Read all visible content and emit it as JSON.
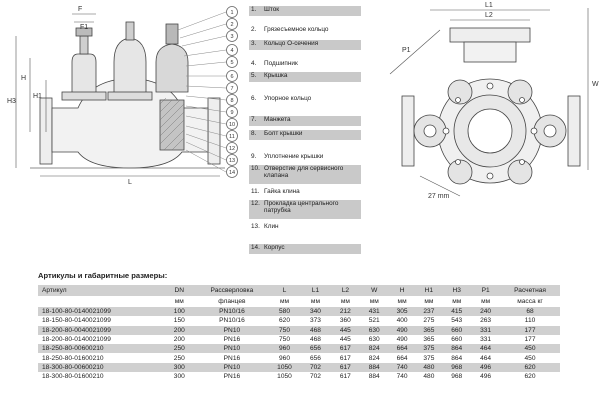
{
  "dims": {
    "F": "F",
    "F1": "F1",
    "H": "H",
    "H1": "H1",
    "H3": "H3",
    "L": "L",
    "L1": "L1",
    "L2": "L2",
    "P1": "P1",
    "W": "W",
    "angle": "27 mm"
  },
  "legend": [
    {
      "num": "1.",
      "text": "Шток",
      "shaded": true
    },
    {
      "num": "2.",
      "text": "Грязесъемное кольцо",
      "shaded": false
    },
    {
      "num": "3.",
      "text": "Кольцо О-сечения",
      "shaded": true
    },
    {
      "num": "4.",
      "text": "Подшипник",
      "shaded": false
    },
    {
      "num": "5.",
      "text": "Крышка",
      "shaded": true
    },
    {
      "num": "6.",
      "text": "Упорное кольцо",
      "shaded": false
    },
    {
      "num": "7.",
      "text": "Манжета",
      "shaded": true
    },
    {
      "num": "8.",
      "text": "Болт крышки",
      "shaded": true
    },
    {
      "num": "9.",
      "text": "Уплотнение крышки",
      "shaded": false
    },
    {
      "num": "10.",
      "text": "Отверстие для сервисного клапана",
      "shaded": true
    },
    {
      "num": "11.",
      "text": "Гайка клина",
      "shaded": false
    },
    {
      "num": "12.",
      "text": "Прокладка центрального патрубка",
      "shaded": true
    },
    {
      "num": "13.",
      "text": "Клин",
      "shaded": false
    },
    {
      "num": "14.",
      "text": "Корпус",
      "shaded": true
    }
  ],
  "table": {
    "title": "Артикулы и габаритные размеры:",
    "header1": [
      "Артикул",
      "DN",
      "Рассверловка",
      "L",
      "L1",
      "L2",
      "W",
      "H",
      "H1",
      "H3",
      "P1",
      "Расчетная"
    ],
    "header2": [
      "",
      "мм",
      "фланцев",
      "мм",
      "мм",
      "мм",
      "мм",
      "мм",
      "мм",
      "мм",
      "мм",
      "масса кг"
    ],
    "rows": [
      [
        "18-100-80-0140021099",
        "100",
        "PN10/16",
        "580",
        "340",
        "212",
        "431",
        "305",
        "237",
        "415",
        "240",
        "68"
      ],
      [
        "18-150-80-0140021099",
        "150",
        "PN10/16",
        "620",
        "373",
        "360",
        "521",
        "400",
        "275",
        "543",
        "263",
        "110"
      ],
      [
        "18-200-80-0040021099",
        "200",
        "PN10",
        "750",
        "468",
        "445",
        "630",
        "490",
        "365",
        "660",
        "331",
        "177"
      ],
      [
        "18-200-80-0140021099",
        "200",
        "PN16",
        "750",
        "468",
        "445",
        "630",
        "490",
        "365",
        "660",
        "331",
        "177"
      ],
      [
        "18-250-80-00600210",
        "250",
        "PN10",
        "960",
        "656",
        "617",
        "824",
        "664",
        "375",
        "864",
        "464",
        "450"
      ],
      [
        "18-250-80-01600210",
        "250",
        "PN16",
        "960",
        "656",
        "617",
        "824",
        "664",
        "375",
        "864",
        "464",
        "450"
      ],
      [
        "18-300-80-00600210",
        "300",
        "PN10",
        "1050",
        "702",
        "617",
        "884",
        "740",
        "480",
        "968",
        "496",
        "620"
      ],
      [
        "18-300-80-01600210",
        "300",
        "PN16",
        "1050",
        "702",
        "617",
        "884",
        "740",
        "480",
        "968",
        "496",
        "620"
      ]
    ]
  }
}
